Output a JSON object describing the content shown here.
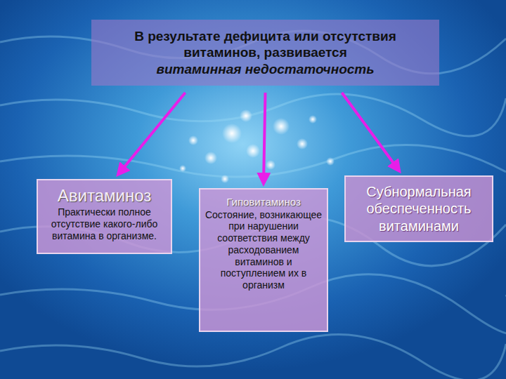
{
  "diagram": {
    "nodes": [
      {
        "text": [
          "В результате дефицита или отсутствия витаминов, развивается",
          "витаминная недостаточность"
        ]
      },
      {
        "text": [
          "Авитаминоз",
          "Практически полное отсутствие какого-либо витамина в организме."
        ]
      },
      {
        "text": [
          "Гиповитаминоз",
          "Состояние, возникающее при нарушении соответствия между расходованием витаминов и поступлением их в организм"
        ]
      },
      {
        "text": [
          "Субнормальная обеспеченность витаминами"
        ]
      }
    ],
    "edges": [
      {
        "from": 0,
        "to": 1,
        "arrow": "to"
      },
      {
        "from": 0,
        "to": 2,
        "arrow": "to"
      },
      {
        "from": 0,
        "to": 3,
        "arrow": "to"
      }
    ]
  }
}
